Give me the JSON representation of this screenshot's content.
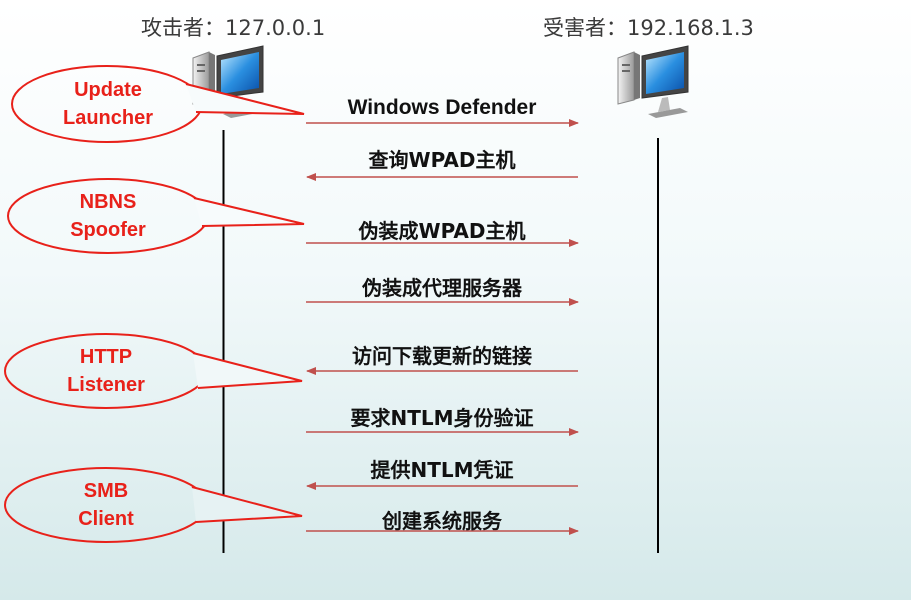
{
  "attacker": {
    "label": "攻击者：127.0.0.1"
  },
  "victim": {
    "label": "受害者：192.168.1.3"
  },
  "messages": [
    "Windows Defender",
    "查询WPAD主机",
    "伪装成WPAD主机",
    "伪装成代理服务器",
    "访问下载更新的链接",
    "要求NTLM身份验证",
    "提供NTLM凭证",
    "创建系统服务"
  ],
  "callouts": [
    {
      "line1": "Update",
      "line2": "Launcher"
    },
    {
      "line1": "NBNS",
      "line2": "Spoofer"
    },
    {
      "line1": "HTTP",
      "line2": "Listener"
    },
    {
      "line1": "SMB",
      "line2": "Client"
    }
  ],
  "colors": {
    "callout_red": "#e8211a",
    "arrow_red": "#c0504d",
    "lifeline": "#000000"
  },
  "icons": {
    "attacker": "computer-icon",
    "victim": "computer-icon"
  }
}
